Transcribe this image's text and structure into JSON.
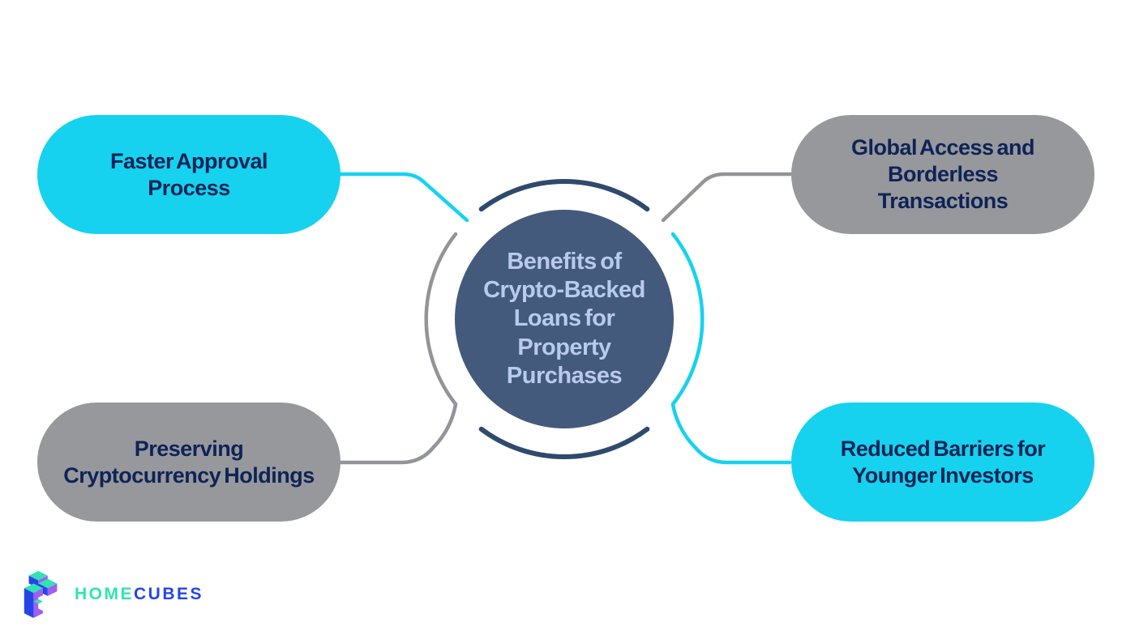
{
  "page": {
    "background": "#ffffff"
  },
  "diagram": {
    "center": {
      "title": "Benefits of Crypto-Backed Loans for Property Purchases",
      "lines": [
        "Benefits of",
        "Crypto-Backed",
        "Loans for",
        "Property",
        "Purchases"
      ],
      "fill": "#445a7c",
      "text_color": "#b9c9f0"
    },
    "nodes": [
      {
        "id": "faster-approval",
        "position": "top-left",
        "color": "#16d2ee",
        "lines": [
          "Faster Approval",
          "Process"
        ]
      },
      {
        "id": "global-access",
        "position": "top-right",
        "color": "#97989c",
        "lines": [
          "Global Access and",
          "Borderless",
          "Transactions"
        ]
      },
      {
        "id": "preserving-holdings",
        "position": "bottom-left",
        "color": "#97989c",
        "lines": [
          "Preserving",
          "Cryptocurrency Holdings"
        ]
      },
      {
        "id": "reduced-barriers",
        "position": "bottom-right",
        "color": "#16d2ee",
        "lines": [
          "Reduced Barriers for",
          "Younger Investors"
        ]
      }
    ],
    "colors": {
      "cyan_accent": "#16d2ee",
      "gray_accent": "#97989c",
      "line_gray": "#939499",
      "navy_arc": "#2e4a6c",
      "circle_fill": "#445a7c",
      "circle_text": "#b9c9f0",
      "node_text": "#0e2356"
    }
  },
  "logo": {
    "text_primary": "HOME",
    "text_secondary": "CUBES",
    "colors": {
      "mint": "#2fe3b5",
      "blue": "#2545e8",
      "purple": "#a15ef0"
    }
  }
}
